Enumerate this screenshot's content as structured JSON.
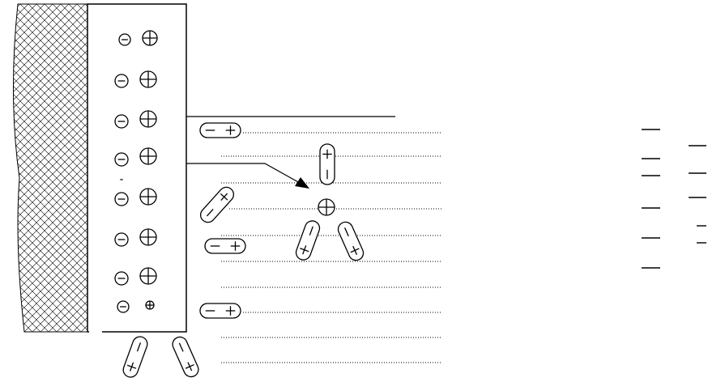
{
  "diagram": {
    "title": "",
    "description": "",
    "labels": {
      "small_minus_mark": "-"
    },
    "colors": {
      "stroke": "#000000",
      "background": "#ffffff"
    },
    "components": {
      "electrode": {
        "surface_charge_pairs": 8,
        "pattern": "hatched"
      },
      "solution": {
        "dipoles_near_electrode": 3,
        "dipoles_free": 5,
        "ions_free": 1,
        "arrow": "pointing-to-ion"
      },
      "right_side_marks": {
        "left_column_dashes": 6,
        "right_column_dashes": 5
      }
    }
  }
}
